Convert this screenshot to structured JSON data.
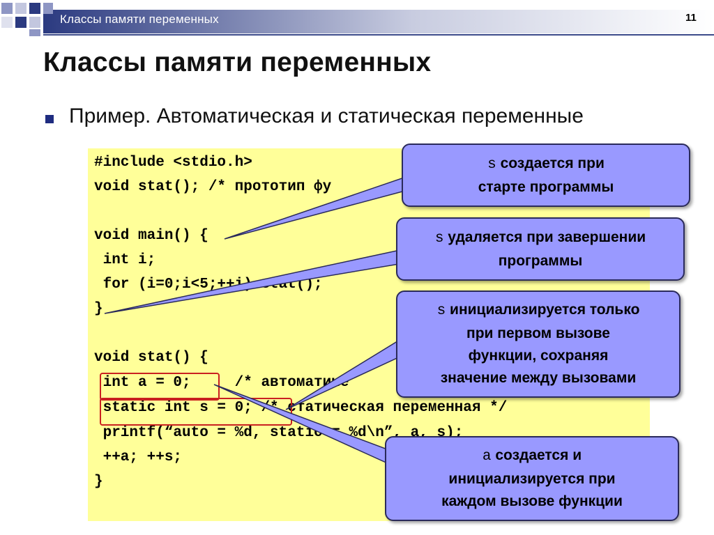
{
  "header": {
    "title": "Классы памяти переменных",
    "page_number": "11"
  },
  "slide_title": "Классы памяти переменных",
  "bullet": "Пример. Автоматическая и статическая переменные",
  "code": [
    {
      "text": "#include <stdio.h>"
    },
    {
      "text": "void stat(); /* прототип фу"
    },
    {
      "text": ""
    },
    {
      "text": "void main() {"
    },
    {
      "text": " int i;"
    },
    {
      "text": " for (i=0;i<5;++i) stat();"
    },
    {
      "text": "}"
    },
    {
      "text": ""
    },
    {
      "text": "void stat() {"
    },
    {
      "text": " int a = 0;     /* автоматиче"
    },
    {
      "text": " static int s = 0; /* статическая переменная */"
    },
    {
      "text": " printf(“auto = %d, static = %d\\n”, a, s);"
    },
    {
      "text": " ++a; ++s;"
    },
    {
      "text": "}"
    }
  ],
  "callouts": [
    {
      "var": "s",
      "line1": "создается при",
      "line2": "старте программы"
    },
    {
      "var": "s",
      "line1": "удаляется при завершении",
      "line2": "программы"
    },
    {
      "var": "s",
      "line1": "инициализируется только",
      "line2": "при первом вызове",
      "line3": "функции, сохраняя",
      "line4": "значение между вызовами"
    },
    {
      "var": "a",
      "line1": "создается и",
      "line2": "инициализируется при",
      "line3": "каждом вызове функции"
    }
  ],
  "colors": {
    "header_dark": "#2b3a80",
    "code_bg": "#ffff99",
    "callout_bg": "#9999ff",
    "comment": "#0a5c0a",
    "highlight_border": "#c92020"
  }
}
